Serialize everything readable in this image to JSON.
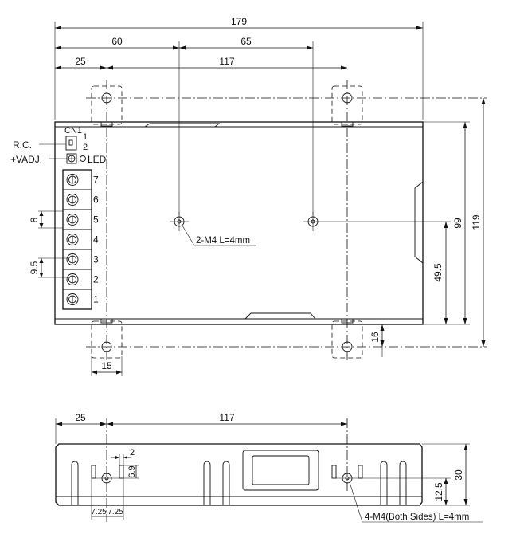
{
  "top_view": {
    "dims": {
      "overall_length": "179",
      "to_first_hole": "60",
      "hole_spacing_top": "65",
      "bracket_offset": "25",
      "bracket_spacing": "117",
      "body_height": "99",
      "bracket_height": "119",
      "hole_height": "49.5",
      "bracket_depth": "16",
      "bracket_width": "15",
      "terminal_width": "8",
      "terminal_pitch": "9.5"
    },
    "connector": {
      "name": "CN1",
      "pin_1": "1",
      "pin_2": "2"
    },
    "labels": {
      "rc": "R.C.",
      "vadj": "+VADJ.",
      "led": "LED",
      "hole_note": "2-M4 L=4mm"
    },
    "terminals": [
      "7",
      "6",
      "5",
      "4",
      "3",
      "2",
      "1"
    ]
  },
  "side_view": {
    "dims": {
      "offset": "25",
      "spacing": "117",
      "height": "30",
      "hole_height": "12.5",
      "slot_gap": "2",
      "slot_height": "6.9",
      "left_half": "7.25",
      "right_half": "7.25"
    },
    "labels": {
      "hole_note": "4-M4(Both Sides) L=4mm"
    }
  }
}
